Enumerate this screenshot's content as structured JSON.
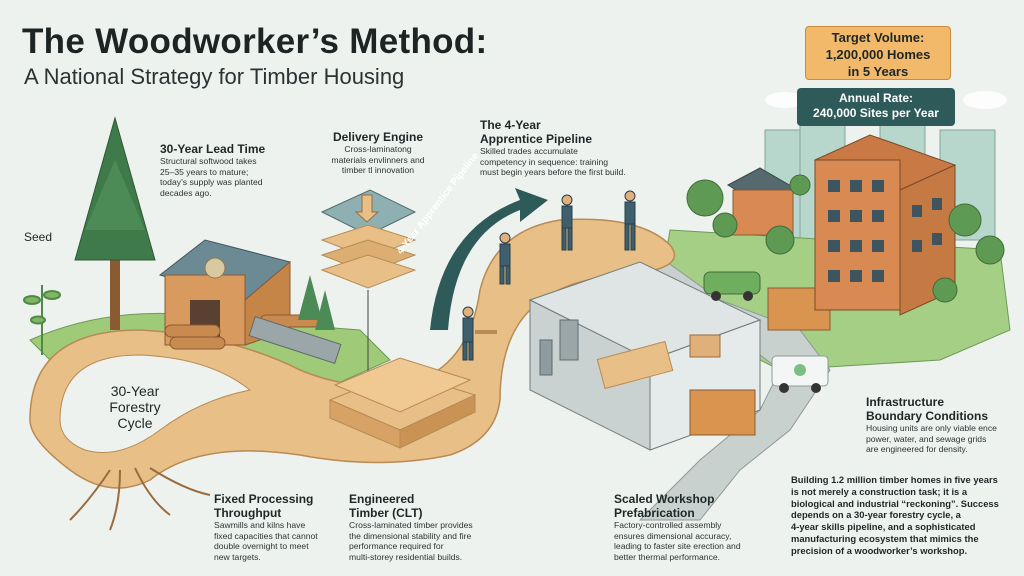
{
  "header": {
    "title": "The Woodworker’s Method:",
    "subtitle": "A National Strategy for Timber Housing"
  },
  "badges": {
    "target": {
      "line1": "Target Volume:",
      "line2": "1,200,000 Homes",
      "line3": "in 5 Years",
      "color": "#f2b96a"
    },
    "annual": {
      "line1": "Annual Rate:",
      "line2": "240,000 Sites per Year",
      "color": "#2f5a5a"
    }
  },
  "labels": {
    "seed": "Seed",
    "forestry_cycle": {
      "line1": "30-Year",
      "line2": "Forestry",
      "line3": "Cycle"
    },
    "pipeline_arrow": "4-Year Apprentice Pipeline"
  },
  "sections": {
    "lead_time": {
      "heading": "30-Year Lead Time",
      "body": [
        "Structural softwood takes",
        "25–35 years to mature;",
        "today’s supply was planted",
        "decades ago."
      ]
    },
    "delivery": {
      "heading": "Delivery Engine",
      "body": [
        "Cross-laminatong",
        "materials envlinners and",
        "timber tl innovation"
      ]
    },
    "apprentice": {
      "heading": [
        "The 4-Year",
        "Apprentice Pipeline"
      ],
      "body": [
        "Skilled trades accumulate",
        "competency in sequence: training",
        "must begin years before the first build."
      ]
    },
    "processing": {
      "heading": [
        "Fixed Processing",
        "Throughput"
      ],
      "body": [
        "Sawmills and kilns have",
        "fixed capacities that cannot",
        "double overnight to meet",
        "new targets."
      ]
    },
    "clt": {
      "heading": [
        "Engineered",
        "Timber (CLT)"
      ],
      "body": [
        "Cross-laminated timber provides",
        "the dimensional stability and fire",
        "performance required for",
        "multi-storey residential builds."
      ]
    },
    "workshop": {
      "heading": [
        "Scaled Workshop",
        "Prefabrication"
      ],
      "body": [
        "Factory-controlled assembly",
        "ensures dimensional accuracy,",
        "leading to faster site erection and",
        "better thermal performance."
      ]
    },
    "infrastructure": {
      "heading": [
        "Infrastructure",
        "Boundary Conditions"
      ],
      "body": [
        "Housing units are only viable ence",
        "power, water, and sewage grids",
        "are engineered for density."
      ]
    },
    "summary": {
      "body": [
        "Building 1.2 million timber homes in five years",
        "is not merely a construction task; it is a",
        "biological and industrial “reckoning”. Success",
        "depends on a 30-year forestry cycle, a",
        "4-year skills pipeline, and a sophisticated",
        "manufacturing ecosystem that mimics the",
        "precision of a woodworker’s workshop."
      ]
    }
  },
  "colors": {
    "wood": "#e8bf86",
    "wood_dark": "#c9965a",
    "grass": "#8fbf6a",
    "tree": "#3f7a4a",
    "building": "#d98a52",
    "sky_building": "#a9cfc4",
    "road": "#c7cfcd"
  }
}
